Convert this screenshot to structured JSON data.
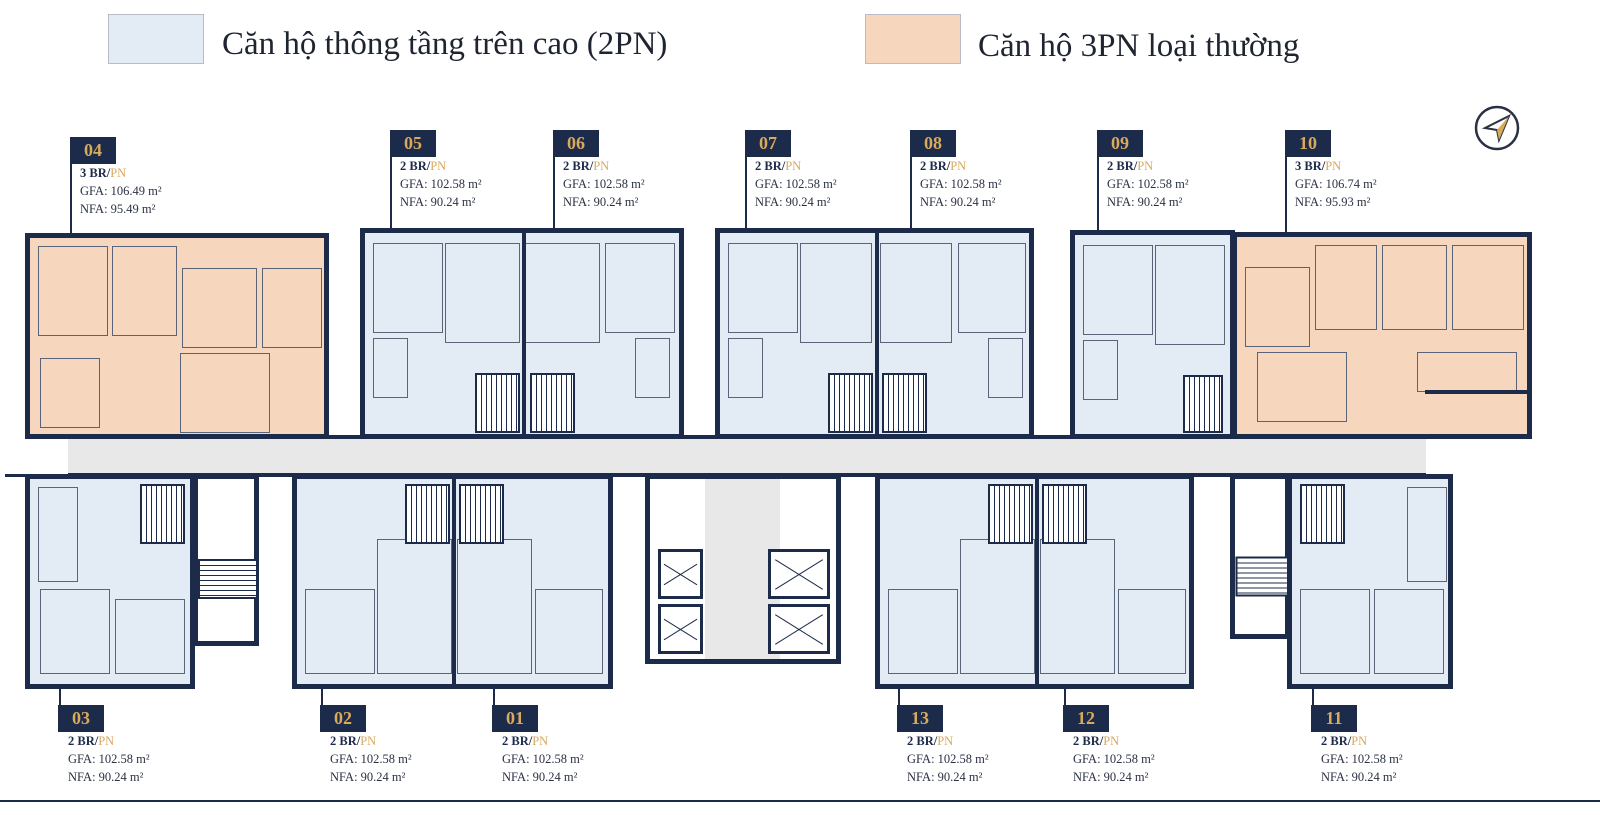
{
  "legend": [
    {
      "label": "Căn hộ thông tầng trên cao (2PN)",
      "color": "#e3ebf4"
    },
    {
      "label": "Căn hộ 3PN loại thường",
      "color": "#f6d7bd"
    }
  ],
  "compass": {
    "icon": "north-arrow-icon"
  },
  "units": {
    "u04": {
      "no": "04",
      "br": "3 BR/",
      "pn": "PN",
      "gfa": "GFA: 106.49 m²",
      "nfa": "NFA: 95.49 m²"
    },
    "u05": {
      "no": "05",
      "br": "2 BR/",
      "pn": "PN",
      "gfa": "GFA: 102.58 m²",
      "nfa": "NFA: 90.24 m²"
    },
    "u06": {
      "no": "06",
      "br": "2 BR/",
      "pn": "PN",
      "gfa": "GFA: 102.58 m²",
      "nfa": "NFA: 90.24 m²"
    },
    "u07": {
      "no": "07",
      "br": "2 BR/",
      "pn": "PN",
      "gfa": "GFA: 102.58 m²",
      "nfa": "NFA: 90.24 m²"
    },
    "u08": {
      "no": "08",
      "br": "2 BR/",
      "pn": "PN",
      "gfa": "GFA: 102.58 m²",
      "nfa": "NFA: 90.24 m²"
    },
    "u09": {
      "no": "09",
      "br": "2 BR/",
      "pn": "PN",
      "gfa": "GFA: 102.58 m²",
      "nfa": "NFA: 90.24 m²"
    },
    "u10": {
      "no": "10",
      "br": "3 BR/",
      "pn": "PN",
      "gfa": "GFA: 106.74 m²",
      "nfa": "NFA: 95.93 m²"
    },
    "u03": {
      "no": "03",
      "br": "2 BR/",
      "pn": "PN",
      "gfa": "GFA: 102.58 m²",
      "nfa": "NFA: 90.24 m²"
    },
    "u02": {
      "no": "02",
      "br": "2 BR/",
      "pn": "PN",
      "gfa": "GFA: 102.58 m²",
      "nfa": "NFA: 90.24 m²"
    },
    "u01": {
      "no": "01",
      "br": "2 BR/",
      "pn": "PN",
      "gfa": "GFA: 102.58 m²",
      "nfa": "NFA: 90.24 m²"
    },
    "u13": {
      "no": "13",
      "br": "2 BR/",
      "pn": "PN",
      "gfa": "GFA: 102.58 m²",
      "nfa": "NFA: 90.24 m²"
    },
    "u12": {
      "no": "12",
      "br": "2 BR/",
      "pn": "PN",
      "gfa": "GFA: 102.58 m²",
      "nfa": "NFA: 90.24 m²"
    },
    "u11": {
      "no": "11",
      "br": "2 BR/",
      "pn": "PN",
      "gfa": "GFA: 102.58 m²",
      "nfa": "NFA: 90.24 m²"
    }
  }
}
